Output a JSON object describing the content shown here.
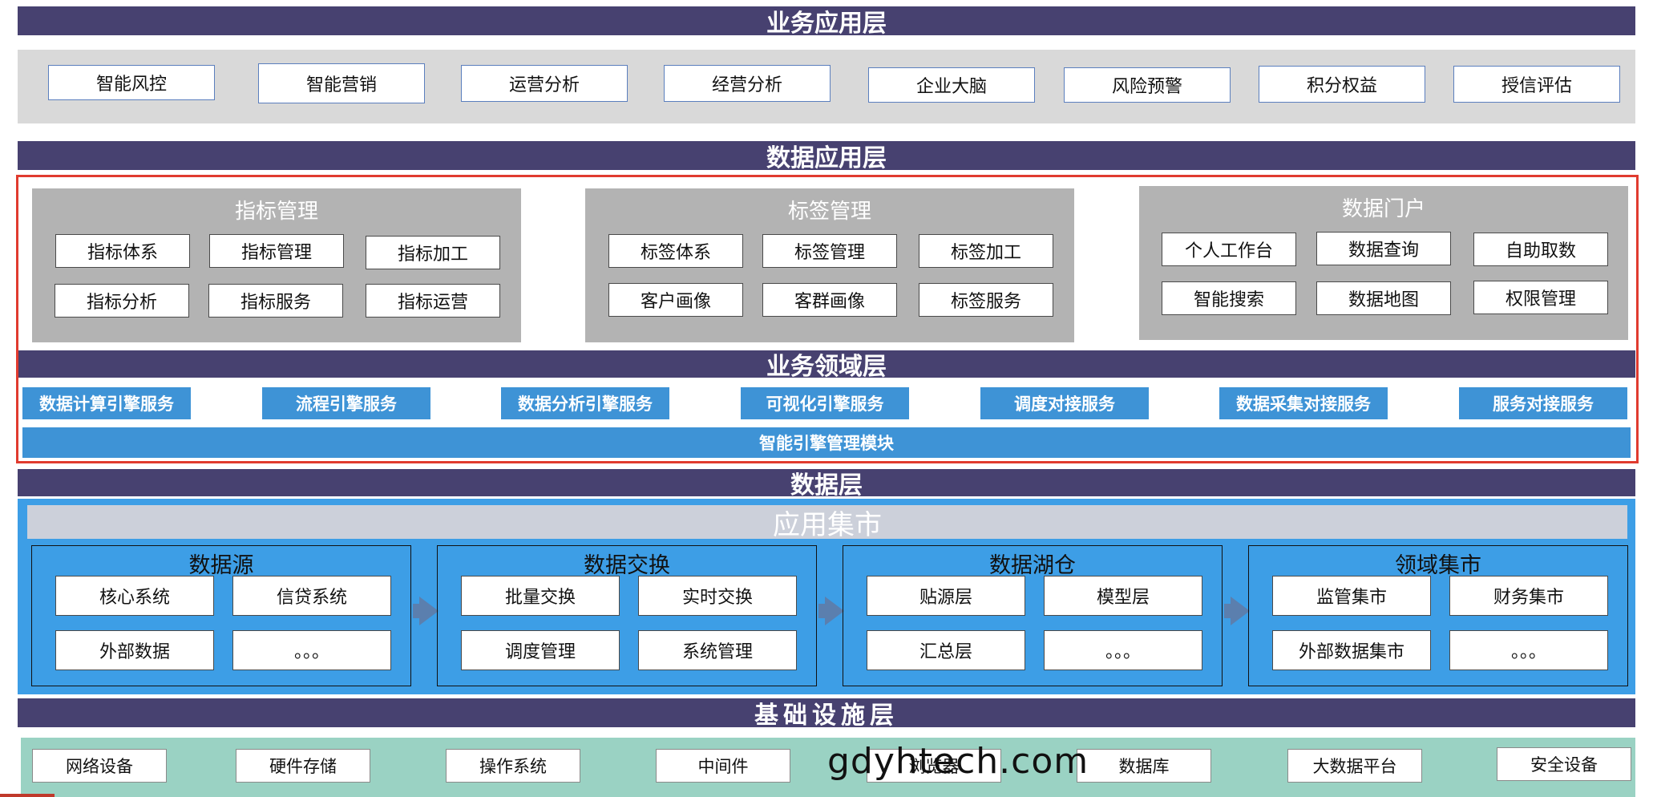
{
  "business_app_layer": {
    "title": "业务应用层",
    "items": [
      "智能风控",
      "智能营销",
      "运营分析",
      "经营分析",
      "企业大脑",
      "风险预警",
      "积分权益",
      "授信评估"
    ]
  },
  "data_app_layer": {
    "title": "数据应用层",
    "groups": [
      {
        "title": "指标管理",
        "items": [
          "指标体系",
          "指标管理",
          "指标加工",
          "指标分析",
          "指标服务",
          "指标运营"
        ]
      },
      {
        "title": "标签管理",
        "items": [
          "标签体系",
          "标签管理",
          "标签加工",
          "客户画像",
          "客群画像",
          "标签服务"
        ]
      },
      {
        "title": "数据门户",
        "items": [
          "个人工作台",
          "数据查询",
          "自助取数",
          "智能搜索",
          "数据地图",
          "权限管理"
        ]
      }
    ]
  },
  "business_domain_layer": {
    "title": "业务领域层",
    "services": [
      "数据计算引擎服务",
      "流程引擎服务",
      "数据分析引擎服务",
      "可视化引擎服务",
      "调度对接服务",
      "数据采集对接服务",
      "服务对接服务"
    ],
    "module": "智能引擎管理模块"
  },
  "data_layer": {
    "title": "数据层",
    "mart_title": "应用集市",
    "columns": [
      {
        "title": "数据源",
        "items": [
          "核心系统",
          "信贷系统",
          "外部数据",
          "。。。"
        ]
      },
      {
        "title": "数据交换",
        "items": [
          "批量交换",
          "实时交换",
          "调度管理",
          "系统管理"
        ]
      },
      {
        "title": "数据湖仓",
        "items": [
          "贴源层",
          "模型层",
          "汇总层",
          "。。。"
        ]
      },
      {
        "title": "领域集市",
        "items": [
          "监管集市",
          "财务集市",
          "外部数据集市",
          "。。。"
        ]
      }
    ]
  },
  "infra_layer": {
    "title": "基础设施层",
    "items": [
      "网络设备",
      "硬件存储",
      "操作系统",
      "中间件",
      "浏览器",
      "数据库",
      "大数据平台",
      "安全设备"
    ]
  },
  "watermark": "gdyhtech.com",
  "colors": {
    "band": "#474170",
    "service_blue": "#3e93d6",
    "data_bg": "#3d9ee6",
    "infra_bg": "#9ad2c3",
    "highlight_frame": "#e03b2f"
  }
}
